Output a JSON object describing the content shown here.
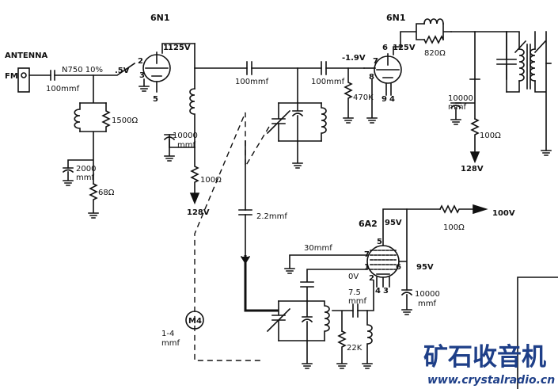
{
  "tubes": {
    "v1": "6N1",
    "v2": "6N1",
    "v3": "6A2"
  },
  "antenna": {
    "label": "ANTENNA",
    "fm": "FM"
  },
  "labels": {
    "n750": "N750 10%",
    "v5": ".5V",
    "c100_in": "100mmf",
    "r1500": "1500Ω",
    "c2000a": "2000",
    "c2000b": "mmf",
    "r68": "68Ω",
    "v1_plate_v": "125V",
    "c10000a_1": "10000",
    "c10000a_2": "mmf",
    "r100a": "100Ω",
    "b128a": "128V",
    "c100_mid": "100mmf",
    "c100_b": "100mmf",
    "c22": "2.2mmf",
    "grid_v": "-1.9V",
    "r470k": "470K",
    "v2_plate_v": "125V",
    "r820": "820Ω",
    "c10000b_1": "10000",
    "c10000b_2": "mmf",
    "r100b": "100Ω",
    "b128b": "128V",
    "v3_top_v": "95V",
    "out100": "100V",
    "r100c": "100Ω",
    "v3_screen_v": "95V",
    "c30": "30mmf",
    "v0": "0V",
    "c75a": "7.5",
    "c75b": "mmf",
    "r22k": "22K",
    "c10000c_1": "10000",
    "c10000c_2": "mmf",
    "m4": "M4",
    "mrange_1": "1-4",
    "mrange_2": "mmf"
  },
  "pins": {
    "v1": [
      "1",
      "2",
      "3",
      "5"
    ],
    "v2": [
      "6",
      "7",
      "8",
      "9",
      "4"
    ],
    "v3": [
      "7",
      "5",
      "1",
      "6",
      "2",
      "4",
      "3"
    ]
  },
  "watermark": {
    "brand": "矿石收音机",
    "url": "www.crystalradio.cn"
  }
}
